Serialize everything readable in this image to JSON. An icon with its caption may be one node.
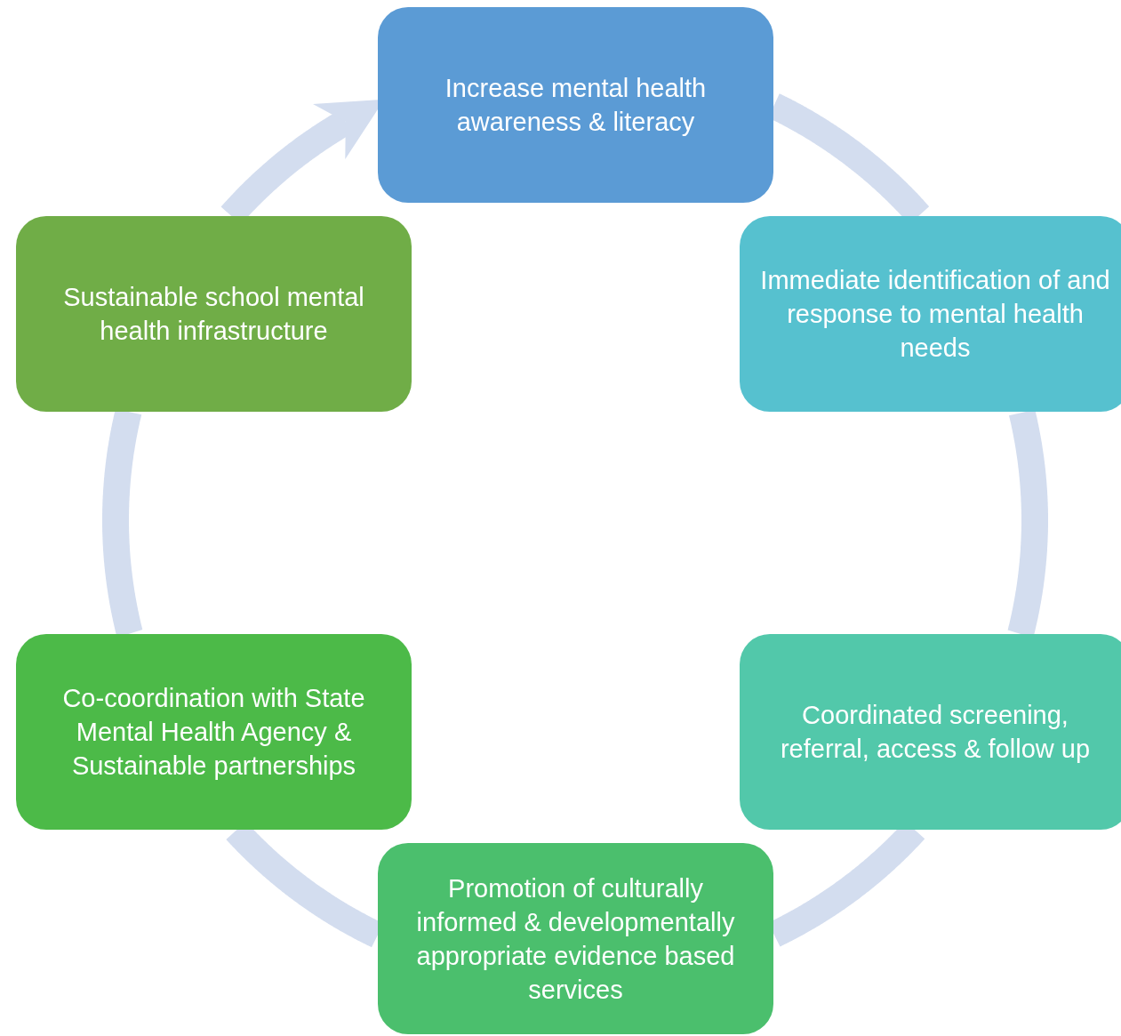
{
  "diagram": {
    "nodes": [
      {
        "text": [
          "Increase mental health awareness & literacy"
        ]
      },
      {
        "text": [
          "Immediate identification of and response to mental health needs"
        ]
      },
      {
        "text": [
          "Coordinated screening, referral, access & follow up"
        ]
      },
      {
        "text": [
          "Promotion of culturally informed & developmentally appropriate evidence based services"
        ]
      },
      {
        "text": [
          "Co-coordination with State Mental Health Agency & Sustainable partnerships"
        ]
      },
      {
        "text": [
          "Sustainable school mental health infrastructure"
        ]
      }
    ],
    "edges": [
      {
        "from": 0,
        "to": 1,
        "arrow": "none"
      },
      {
        "from": 1,
        "to": 2,
        "arrow": "none"
      },
      {
        "from": 2,
        "to": 3,
        "arrow": "none"
      },
      {
        "from": 3,
        "to": 4,
        "arrow": "none"
      },
      {
        "from": 4,
        "to": 5,
        "arrow": "none"
      },
      {
        "from": 5,
        "to": 0,
        "arrow": "to"
      }
    ]
  }
}
